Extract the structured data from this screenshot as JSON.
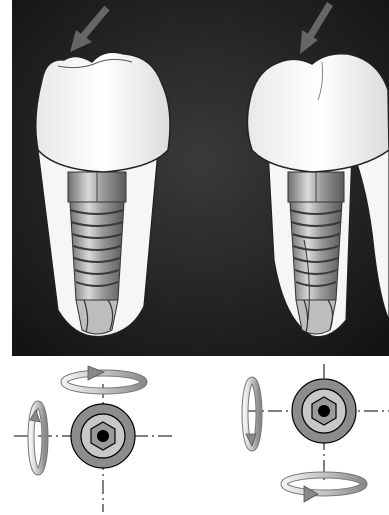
{
  "figure": {
    "panels": [
      {
        "id": "implant-left",
        "subject": "implant-crown-molar"
      },
      {
        "id": "implant-right",
        "subject": "implant-crown-root-section"
      }
    ],
    "schematics": [
      {
        "id": "schematic-left",
        "rotation_arrows": [
          "top",
          "left"
        ]
      },
      {
        "id": "schematic-right",
        "rotation_arrows": [
          "left",
          "bottom"
        ]
      }
    ],
    "colors": {
      "background": "#1e1e1e",
      "crown": "#f4f4f4",
      "implant_outer": "#8c8c8c",
      "implant_mid": "#c8c8c8",
      "hex_core": "#000000"
    }
  }
}
